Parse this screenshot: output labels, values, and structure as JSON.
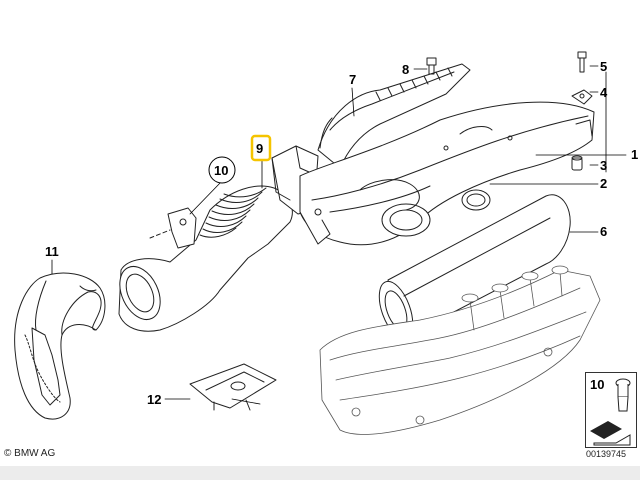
{
  "diagram": {
    "callouts": [
      {
        "id": "1",
        "label": "1"
      },
      {
        "id": "2",
        "label": "2"
      },
      {
        "id": "3",
        "label": "3"
      },
      {
        "id": "4",
        "label": "4"
      },
      {
        "id": "5",
        "label": "5"
      },
      {
        "id": "6",
        "label": "6"
      },
      {
        "id": "7",
        "label": "7"
      },
      {
        "id": "8",
        "label": "8"
      },
      {
        "id": "9",
        "label": "9",
        "highlighted": true
      },
      {
        "id": "10",
        "label": "10"
      },
      {
        "id": "11",
        "label": "11"
      },
      {
        "id": "12",
        "label": "12"
      }
    ],
    "highlight_color": "#f5c400"
  },
  "reference_box": {
    "label": "10"
  },
  "footer": {
    "copyright": "© BMW AG",
    "image_number": "00139745"
  }
}
